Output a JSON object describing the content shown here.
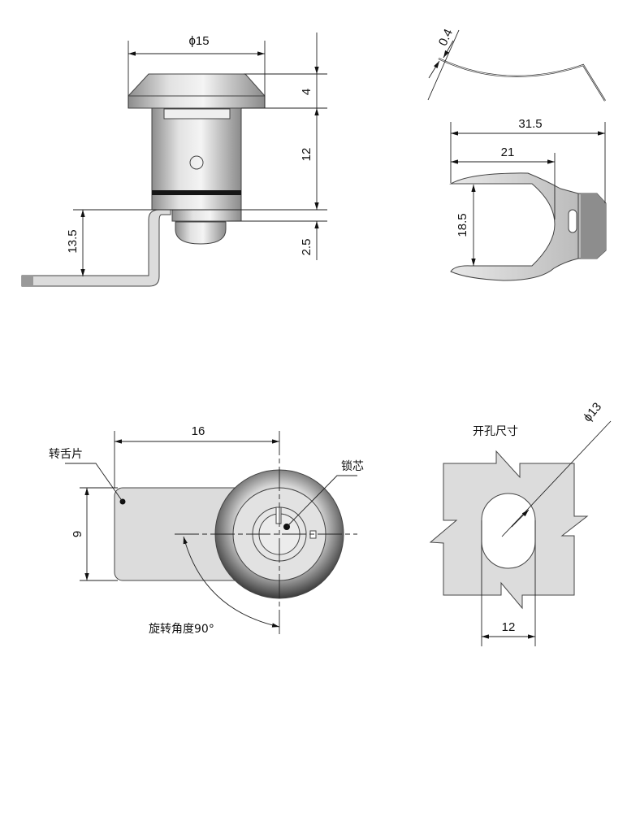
{
  "side_view": {
    "diameter": "ϕ15",
    "cap_height": "4",
    "body_height": "12",
    "gap": "2.5",
    "cam_offset": "13.5"
  },
  "spring_view": {
    "thickness": "0.4"
  },
  "fork_view": {
    "overall_length": "31.5",
    "opening_depth": "21",
    "opening_width": "18.5"
  },
  "front_view": {
    "cam_length": "16",
    "cam_width": "9",
    "cam_label": "转舌片",
    "core_label": "锁芯",
    "rotation_label": "旋转角度90°"
  },
  "cutout_view": {
    "title": "开孔尺寸",
    "hole_diameter": "ϕ13",
    "flat_width": "12"
  }
}
